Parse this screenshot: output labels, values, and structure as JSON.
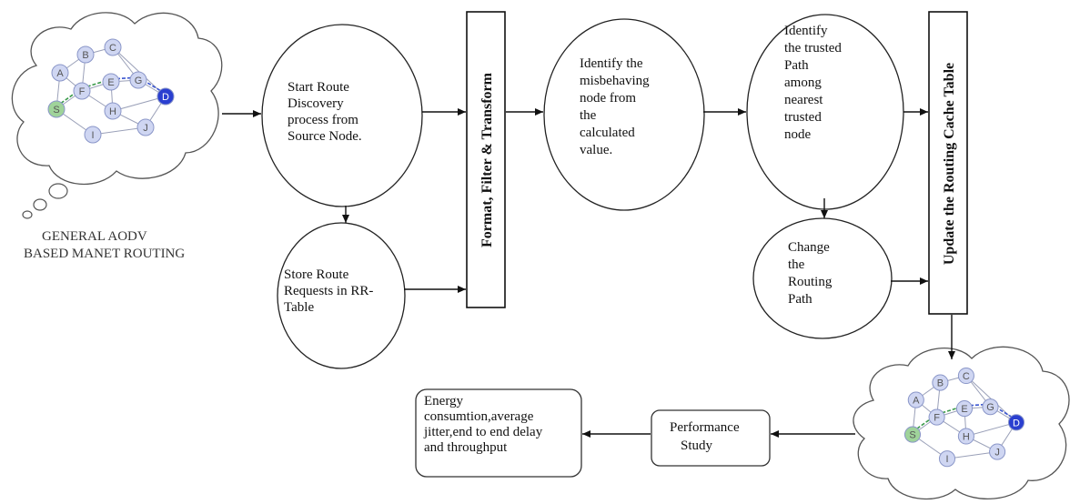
{
  "cloud_top": {
    "caption_lines": [
      "GENERAL AODV",
      "BASED MANET ROUTING"
    ]
  },
  "network_nodes": [
    "A",
    "B",
    "C",
    "F",
    "E",
    "G",
    "S",
    "H",
    "D",
    "I",
    "J"
  ],
  "process": {
    "start_route": [
      "Start Route",
      "Discovery",
      "process from",
      "Source Node."
    ],
    "store_route": [
      "Store Route",
      "Requests in RR-",
      "Table"
    ],
    "format_box": "Format, Filter & Transform",
    "identify_node": [
      "Identify the",
      "misbehaving",
      "node from",
      "the",
      "calculated",
      "value."
    ],
    "identify_path": [
      "Identify",
      "the trusted",
      "Path",
      "among",
      "nearest",
      "trusted",
      "node"
    ],
    "change_path": [
      "Change",
      "the",
      "Routing",
      "Path"
    ],
    "update_box": "Update the Routing Cache Table",
    "performance": [
      "Performance",
      "Study"
    ],
    "metrics": [
      "Energy",
      "consumtion,average",
      "jitter,end to end delay",
      "and throughput"
    ]
  },
  "colors": {
    "node_fill": "#cfd6f2",
    "node_stroke": "#8a96c8",
    "source_fill": "#9fd39a",
    "dest_fill": "#2a3fd0",
    "route_green": "#3a9a4a",
    "route_blue": "#3a55d0"
  }
}
